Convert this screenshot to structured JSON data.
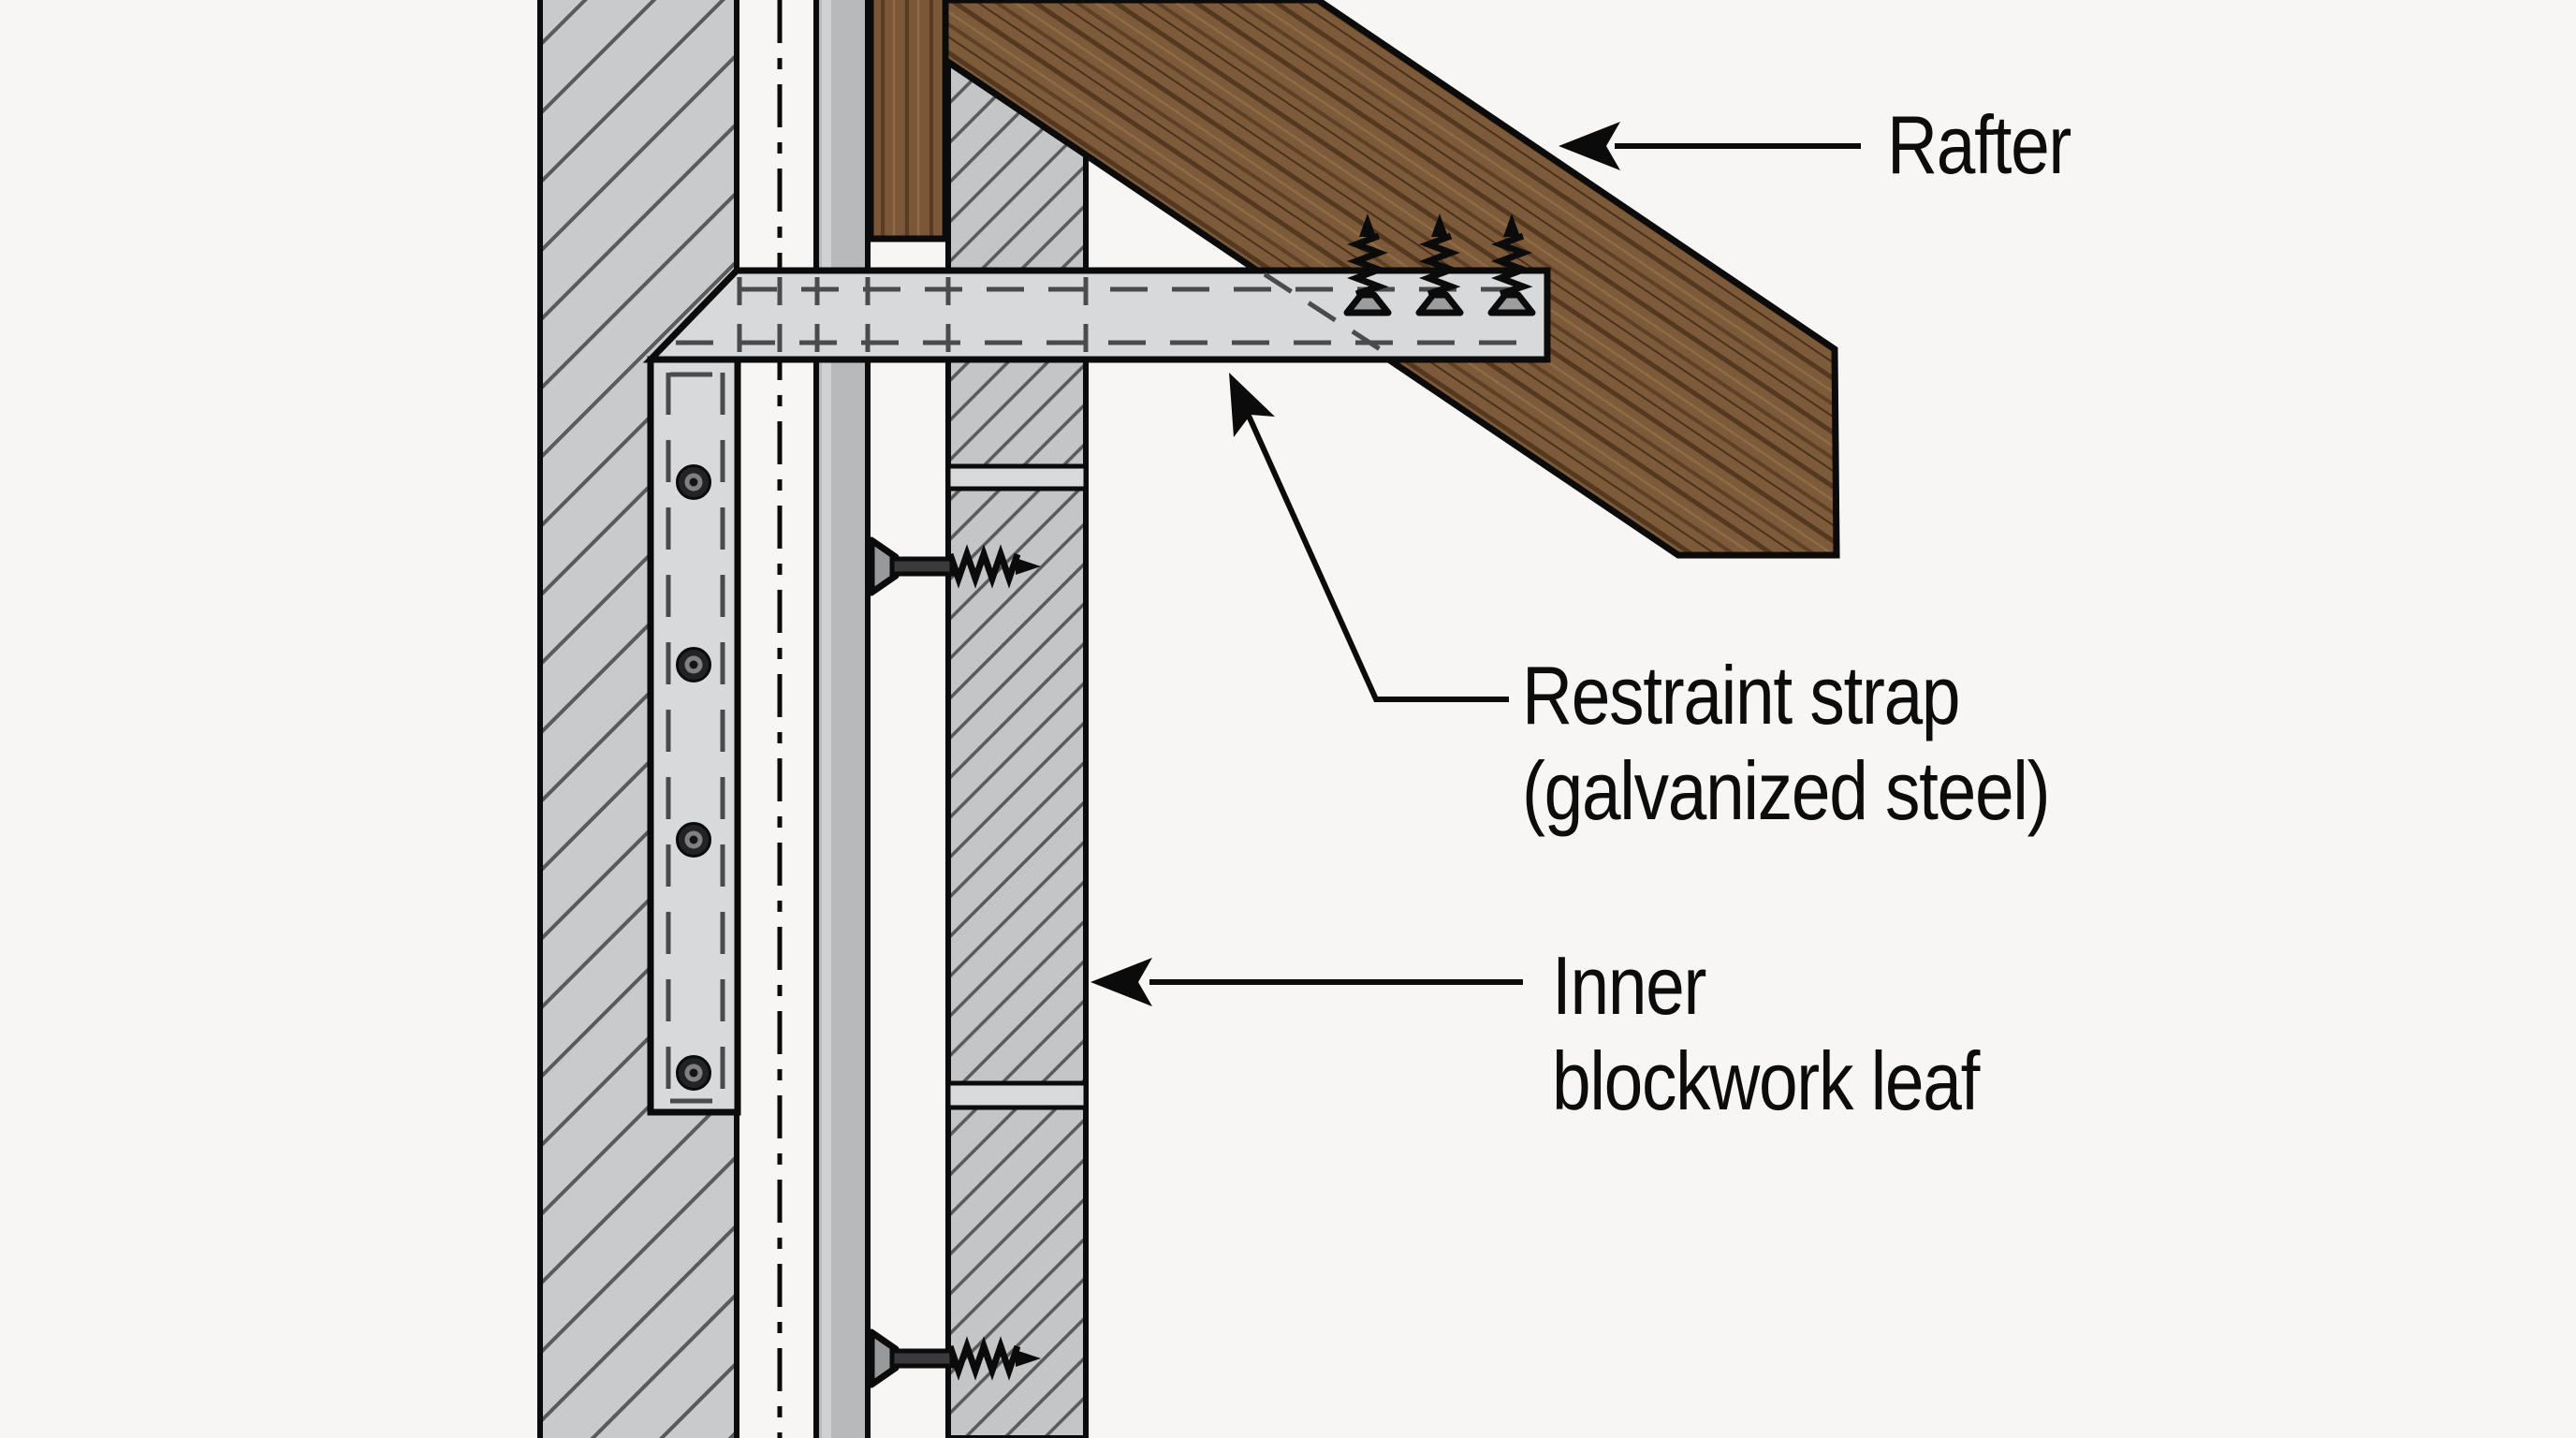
{
  "diagram": {
    "kind": "construction-section-detail",
    "labels": {
      "rafter": "Rafter",
      "restraint_strap_line1": "Restraint strap",
      "restraint_strap_line2": "(galvanized steel)",
      "inner_leaf_line1": "Inner",
      "inner_leaf_line2": "blockwork leaf"
    },
    "colors": {
      "background": "#f7f6f4",
      "outer_masonry_fill": "#c8cacc",
      "blockwork_fill": "#c3c5c7",
      "hatch_line": "#595a5c",
      "strap_fill": "#d7d9db",
      "strap_hidden_dash": "#4a4b4d",
      "mortar_joint_fill": "#d8dadc",
      "wood_base": "#7d5a39",
      "wood_grain_dark": "#54381f",
      "ink": "#0b0b0b"
    }
  }
}
